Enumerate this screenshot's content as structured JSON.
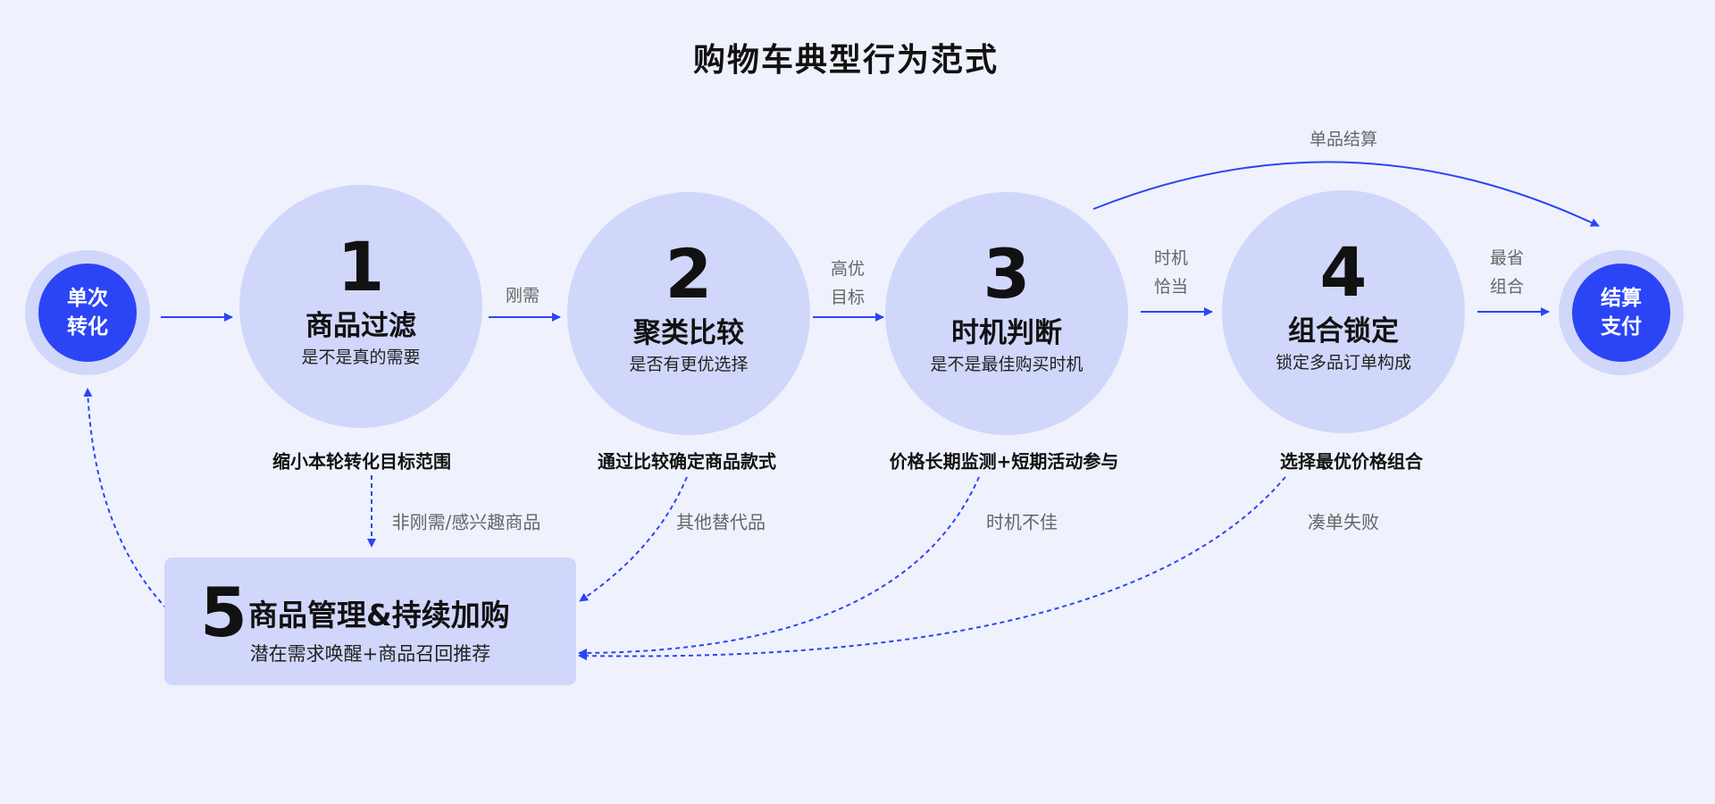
{
  "title": "购物车典型行为范式",
  "start_node": {
    "line1": "单次",
    "line2": "转化"
  },
  "end_node": {
    "line1": "结算",
    "line2": "支付"
  },
  "steps": [
    {
      "number": "1",
      "title": "商品过滤",
      "subtitle": "是不是真的需要",
      "outcome": "缩小本轮转化目标范围",
      "fallback": "非刚需/感兴趣商品"
    },
    {
      "number": "2",
      "title": "聚类比较",
      "subtitle": "是否有更优选择",
      "outcome": "通过比较确定商品款式",
      "fallback": "其他替代品"
    },
    {
      "number": "3",
      "title": "时机判断",
      "subtitle": "是不是最佳购买时机",
      "outcome": "价格长期监测+短期活动参与",
      "fallback": "时机不佳"
    },
    {
      "number": "4",
      "title": "组合锁定",
      "subtitle": "锁定多品订单构成",
      "outcome": "选择最优价格组合",
      "fallback": "凑单失败"
    }
  ],
  "edges": {
    "e12": "刚需",
    "e23_1": "高优",
    "e23_2": "目标",
    "e34_1": "时机",
    "e34_2": "恰当",
    "e4end_1": "最省",
    "e4end_2": "组合",
    "skip": "单品结算"
  },
  "step5": {
    "number": "5",
    "title": "商品管理&持续加购",
    "subtitle": "潜在需求唤醒+商品召回推荐"
  },
  "colors": {
    "background": "#eff2fd",
    "circle": "#d1d7fb",
    "accent": "#2b45f6"
  }
}
